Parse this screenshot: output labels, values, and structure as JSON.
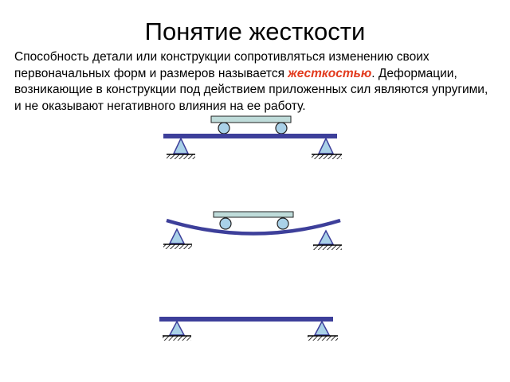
{
  "slide": {
    "title": "Понятие жесткости",
    "paragraph": {
      "part1": " Способность детали или конструкции сопротивляться изменению своих первоначальных форм и размеров называется ",
      "emphasis": "жесткостью",
      "part2": ". Деформации, возникающие в конструкции под действием приложенных сил являются упругими, и не оказывают негативного влияния на ее работу."
    }
  },
  "colors": {
    "beam": "#3d3f9a",
    "support_fill": "#a9d1e8",
    "cart_fill": "#bfdcda",
    "emphasis": "#e23a1e"
  },
  "figures": [
    {
      "id": "rigid-beam-with-load",
      "icon": "beam-with-cart-on-two-supports"
    },
    {
      "id": "deflected-beam-with-load",
      "icon": "bent-beam-with-cart-on-two-supports"
    },
    {
      "id": "unloaded-beam",
      "icon": "beam-on-two-supports"
    }
  ]
}
